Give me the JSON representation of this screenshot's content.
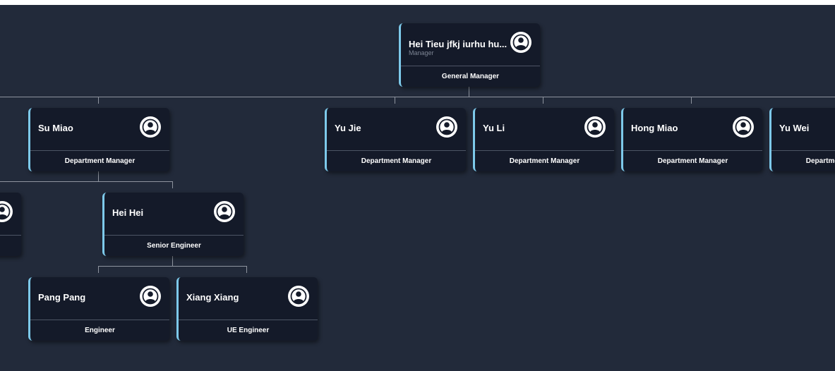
{
  "org_chart": {
    "root": {
      "name": "Hei Tieu jfkj iurhu hu...",
      "role_label": "Manager",
      "title": "General Manager"
    },
    "partial_left": {
      "title": ""
    },
    "su_miao": {
      "name": "Su Miao",
      "title": "Department Manager"
    },
    "yu_jie": {
      "name": "Yu Jie",
      "title": "Department Manager"
    },
    "yu_li": {
      "name": "Yu Li",
      "title": "Department Manager"
    },
    "hong_miao": {
      "name": "Hong Miao",
      "title": "Department Manager"
    },
    "yu_wei": {
      "name": "Yu Wei",
      "title": "Department Manager"
    },
    "hei_hei": {
      "name": "Hei Hei",
      "title": "Senior Engineer"
    },
    "pang_pang": {
      "name": "Pang Pang",
      "title": "Engineer"
    },
    "xiang_xiang": {
      "name": "Xiang Xiang",
      "title": "UE Engineer"
    }
  },
  "colors": {
    "background": "#222a3a",
    "card": "#141a29",
    "accent": "#7dc9ea",
    "connector": "#8e949f"
  },
  "icons": {
    "avatar": "user-avatar-icon"
  }
}
